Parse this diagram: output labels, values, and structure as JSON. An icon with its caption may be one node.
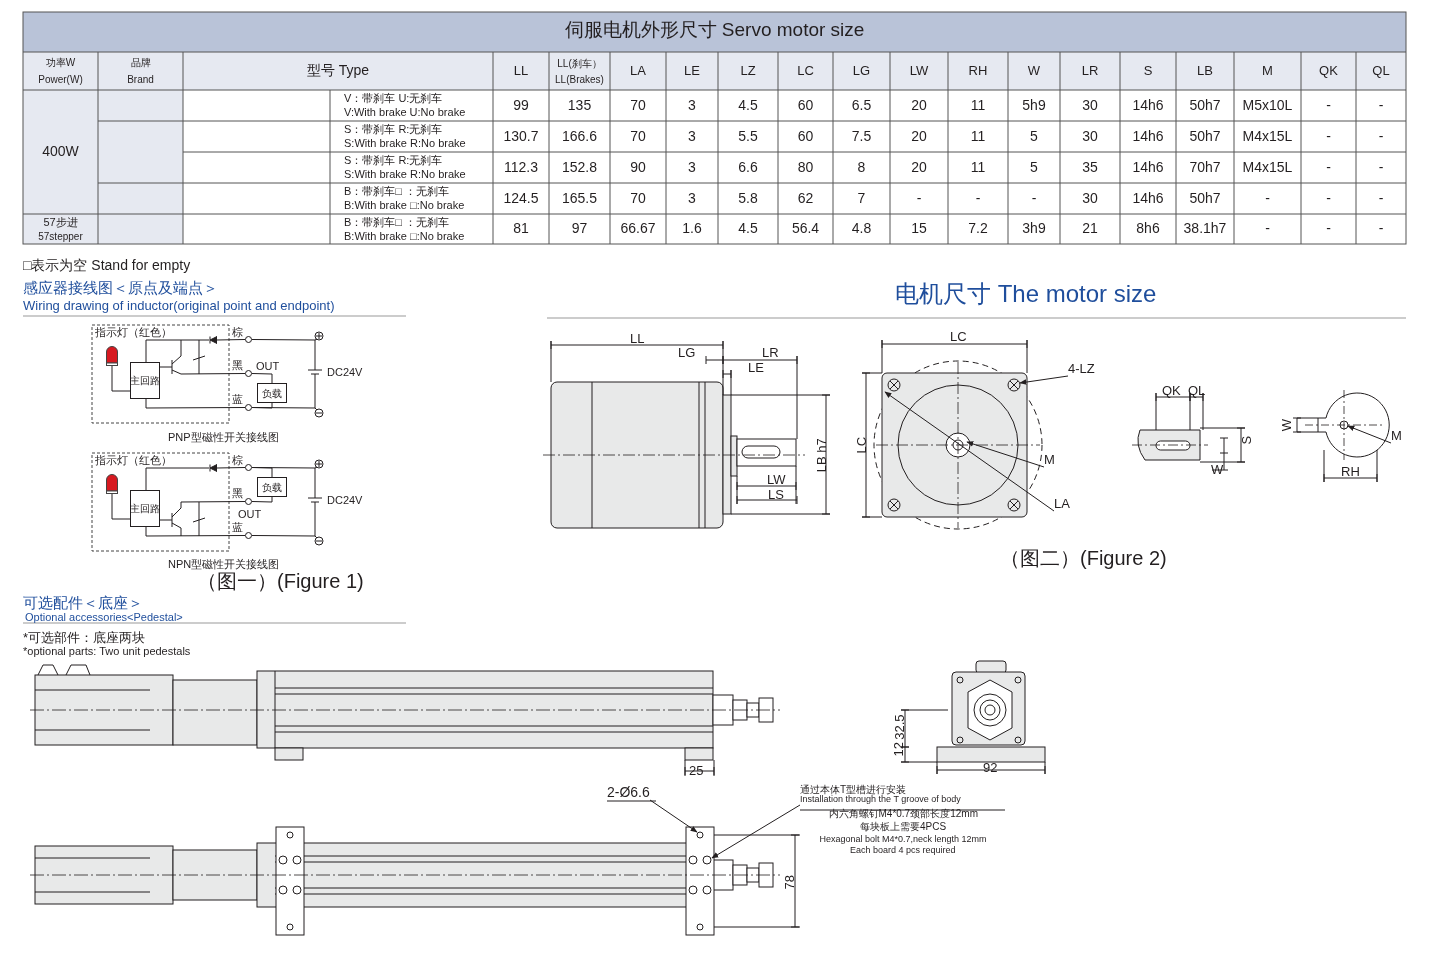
{
  "diagram": {
    "title": "伺服电机外形尺寸 Servo motor size",
    "nodes": [
      {
        "text": [
          "主回路"
        ]
      },
      {
        "text": [
          "负载"
        ]
      },
      {
        "text": [
          "主回路"
        ]
      },
      {
        "text": [
          "负载"
        ]
      },
      {
        "text": [
          "4-LZ"
        ]
      },
      {
        "text": [
          "M"
        ]
      },
      {
        "text": [
          "LA"
        ]
      },
      {
        "text": [
          "M"
        ]
      },
      {
        "text": [
          "2-Ø6.6"
        ]
      },
      {
        "text": [
          "通过本体T型槽进行安装",
          "Installation through the T groove of body"
        ]
      },
      {
        "text": [],
        "shape": "picture"
      },
      {
        "text": [],
        "shape": "picture"
      },
      {
        "text": [],
        "shape": "picture"
      },
      {
        "text": [
          "指示灯（红色）"
        ]
      },
      {
        "text": [],
        "shape": "circle",
        "beside": [
          "棕"
        ]
      },
      {
        "text": [],
        "shape": "circle",
        "beside": [
          "黑",
          "OUT"
        ]
      },
      {
        "text": [],
        "shape": "circle",
        "beside": [
          "蓝"
        ]
      },
      {
        "text": [
          "指示灯（红色）"
        ]
      },
      {
        "text": [],
        "shape": "circle",
        "beside": [
          "棕"
        ]
      },
      {
        "text": [],
        "shape": "circle",
        "beside": [
          "黑",
          "OUT"
        ]
      },
      {
        "text": [],
        "shape": "circle",
        "beside": [
          "蓝"
        ]
      },
      {
        "text": [],
        "shape": "triangle"
      },
      {
        "text": [],
        "shape": "triangle"
      },
      {
        "text": [],
        "shape": "battery",
        "beside": [
          "DC24V"
        ]
      },
      {
        "text": [],
        "shape": "battery",
        "beside": [
          "DC24V"
        ]
      }
    ],
    "edges": [
      {
        "from": 4,
        "to": 10,
        "arrow": "to"
      },
      {
        "from": 5,
        "to": 10,
        "arrow": "to"
      },
      {
        "from": 6,
        "to": 10,
        "arrow": "to"
      },
      {
        "from": 7,
        "to": 11,
        "arrow": "to"
      },
      {
        "from": 8,
        "to": 12,
        "arrow": "to"
      },
      {
        "from": 9,
        "to": 12,
        "arrow": "to"
      },
      {
        "from": 13,
        "to": 0,
        "arrow": "none"
      },
      {
        "from": 14,
        "to": 21,
        "arrow": "none"
      },
      {
        "from": 0,
        "to": 15,
        "arrow": "none"
      },
      {
        "from": 0,
        "to": 16,
        "arrow": "none"
      },
      {
        "from": 15,
        "to": 1,
        "arrow": "none"
      },
      {
        "from": 1,
        "to": 16,
        "arrow": "none"
      },
      {
        "from": 14,
        "to": 23,
        "arrow": "none"
      },
      {
        "from": 16,
        "to": 23,
        "arrow": "none"
      },
      {
        "from": 17,
        "to": 2,
        "arrow": "none"
      },
      {
        "from": 18,
        "to": 22,
        "arrow": "none"
      },
      {
        "from": 2,
        "to": 19,
        "arrow": "none"
      },
      {
        "from": 2,
        "to": 20,
        "arrow": "none"
      },
      {
        "from": 18,
        "to": 3,
        "arrow": "none"
      },
      {
        "from": 3,
        "to": 19,
        "arrow": "none"
      },
      {
        "from": 18,
        "to": 24,
        "arrow": "none"
      },
      {
        "from": 20,
        "to": 24,
        "arrow": "none"
      },
      {
        "from": 21,
        "to": 0,
        "arrow": "none"
      },
      {
        "from": 22,
        "to": 2,
        "arrow": "none"
      }
    ],
    "labels": [
      "功率W",
      "Power(W)",
      "品牌",
      "Brand",
      "型号 Type",
      "LL",
      "LL(刹车）",
      "LL(Brakes)",
      "LA",
      "LE",
      "LZ",
      "LC",
      "LG",
      "LW",
      "RH",
      "W",
      "LR",
      "S",
      "LB",
      "M",
      "QK",
      "QL",
      "400W",
      "V：带刹车 U:无刹车",
      "V:With brake  U:No brake",
      "99",
      "135",
      "70",
      "3",
      "4.5",
      "60",
      "6.5",
      "20",
      "11",
      "5h9",
      "30",
      "14h6",
      "50h7",
      "M5x10L",
      "-",
      "-",
      "S：带刹车 R:无刹车",
      "S:With brake  R:No brake",
      "130.7",
      "166.6",
      "70",
      "3",
      "5.5",
      "60",
      "7.5",
      "20",
      "11",
      "5",
      "30",
      "14h6",
      "50h7",
      "M4x15L",
      "-",
      "-",
      "S：带刹车 R:无刹车",
      "S:With brake  R:No brake",
      "112.3",
      "152.8",
      "90",
      "3",
      "6.6",
      "80",
      "8",
      "20",
      "11",
      "5",
      "35",
      "14h6",
      "70h7",
      "M4x15L",
      "-",
      "-",
      "B：带刹车□  ：无刹车",
      "B:With brake  □:No brake",
      "124.5",
      "165.5",
      "70",
      "3",
      "5.8",
      "62",
      "7",
      "-",
      "-",
      "-",
      "30",
      "14h6",
      "50h7",
      "-",
      "-",
      "-",
      "57步进",
      "57stepper",
      "B：带刹车□  ：无刹车",
      "B:With brake  □:No brake",
      "81",
      "97",
      "66.67",
      "1.6",
      "4.5",
      "56.4",
      "4.8",
      "15",
      "7.2",
      "3h9",
      "21",
      "8h6",
      "38.1h7",
      "-",
      "-",
      "-",
      "□表示为空 Stand for empty",
      "感应器接线图＜原点及端点＞",
      "Wiring drawing of inductor(original point and endpoint)",
      "PNP型磁性开关接线图",
      "NPN型磁性开关接线图",
      "（图一）(Figure 1)",
      "电机尺寸 The motor size",
      "LL",
      "LG",
      "LR",
      "LE",
      "LB h7",
      "LW",
      "LS",
      "LC",
      "LC",
      "QK",
      "QL",
      "S",
      "W",
      "W",
      "RH",
      "（图二）(Figure 2)",
      "可选配件＜底座＞",
      "Optional accessories<Pedestal>",
      "*可选部件：底座两块",
      "*optional parts: Two unit pedestals",
      "25",
      "32.5",
      "12",
      "92",
      "78",
      "内六角螺钉M4*0.7颈部长度12mm",
      "每块板上需要4PCS",
      "Hexagonal bolt M4*0.7,neck length 12mm",
      "Each board 4 pcs required"
    ]
  }
}
